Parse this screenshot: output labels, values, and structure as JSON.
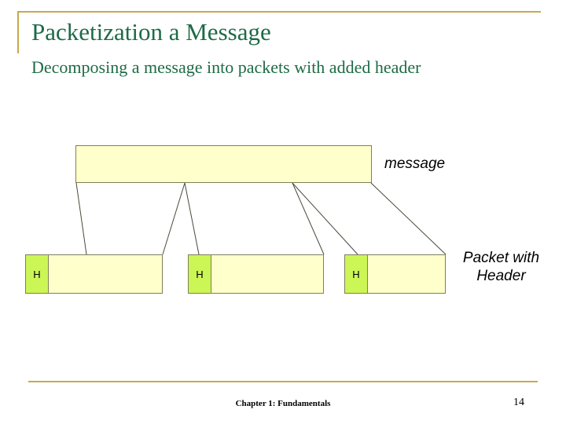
{
  "slide": {
    "title": "Packetization a Message",
    "subtitle": "Decomposing a message into packets with added header",
    "accent_color": "#c7a94f",
    "heading_color": "#1d6b46"
  },
  "diagram": {
    "message_box": {
      "label": "message",
      "fill": "#ffffcc",
      "border": "#7f7f5a"
    },
    "packets": [
      {
        "header_label": "H",
        "header_fill": "#ccf556",
        "body_fill": "#ffffcc"
      },
      {
        "header_label": "H",
        "header_fill": "#ccf556",
        "body_fill": "#ffffcc"
      },
      {
        "header_label": "H",
        "header_fill": "#ccf556",
        "body_fill": "#ffffcc"
      }
    ],
    "packet_label_line1": "Packet with",
    "packet_label_line2": "Header",
    "packet_label": "Packet with Header"
  },
  "footer": {
    "chapter": "Chapter 1: Fundamentals",
    "page_number": "14"
  }
}
